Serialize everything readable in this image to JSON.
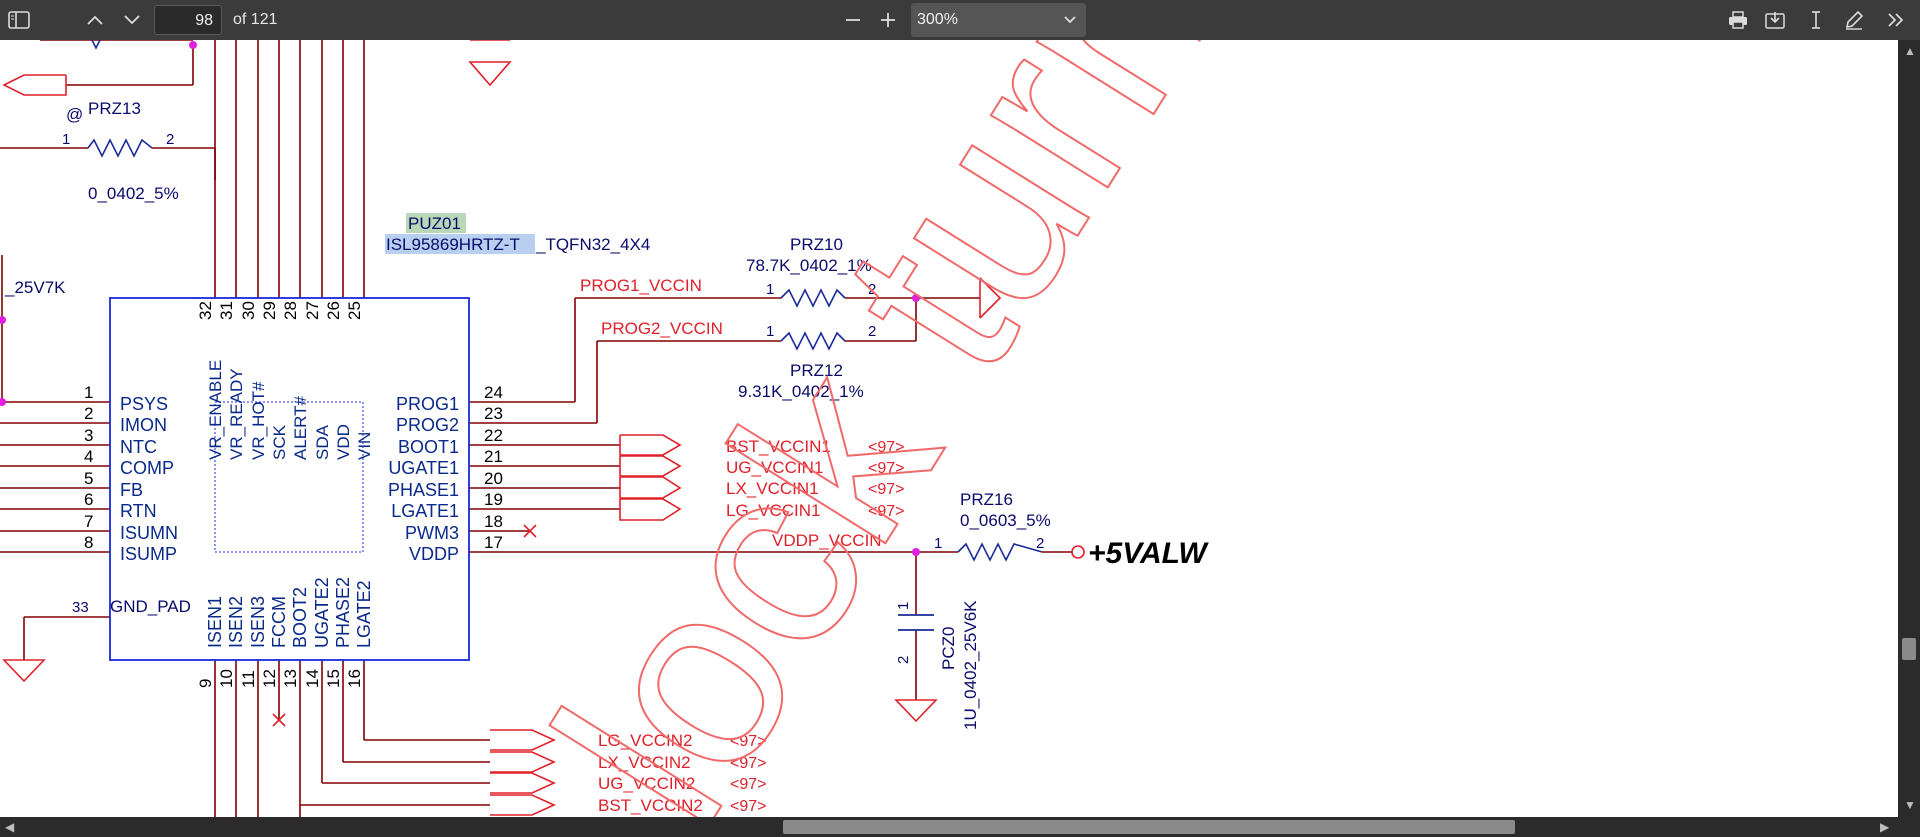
{
  "toolbar": {
    "page_current": "98",
    "page_total_label": "of 121",
    "zoom_value": "300%"
  },
  "icons": {
    "sidebar": "sidebar-toggle-icon",
    "prev": "chevron-up-icon",
    "next": "chevron-down-icon",
    "zoom_out": "minus-icon",
    "zoom_in": "plus-icon",
    "print": "print-icon",
    "save": "save-icon",
    "text_select": "text-cursor-icon",
    "draw": "pen-icon",
    "more": "more-tools-icon"
  },
  "schematic": {
    "watermark": "lock turn",
    "refs": {
      "prz13": "PRZ13",
      "prz13_val": "0_0402_5%",
      "prz13_p1": "1",
      "prz13_p2": "2",
      "at": "@",
      "puz01": "PUZ01",
      "ic_part": "ISL95869HRTZ-T",
      "ic_pkg": "_TQFN32_4X4",
      "prz10": "PRZ10",
      "prz10_val": "78.7K_0402_1%",
      "prz12": "PRZ12",
      "prz12_val": "9.31K_0402_1%",
      "prz16": "PRZ16",
      "prz16_val": "0_0603_5%",
      "pc": "PCZ0",
      "pc_val": "1U_0402_25V6K",
      "v25": "_25V7K",
      "valw": "+5VALW",
      "gnd_pad": "GND_PAD",
      "pin33": "33",
      "one": "1",
      "two": "2"
    },
    "top_pins": [
      {
        "num": "32",
        "name": "VR_ENABLE"
      },
      {
        "num": "31",
        "name": "VR_READY"
      },
      {
        "num": "30",
        "name": "VR_HOT#"
      },
      {
        "num": "29",
        "name": "SCK"
      },
      {
        "num": "28",
        "name": "ALERT#"
      },
      {
        "num": "27",
        "name": "SDA"
      },
      {
        "num": "26",
        "name": "VDD"
      },
      {
        "num": "25",
        "name": "VIN"
      }
    ],
    "left_pins": [
      {
        "num": "1",
        "name": "PSYS"
      },
      {
        "num": "2",
        "name": "IMON"
      },
      {
        "num": "3",
        "name": "NTC"
      },
      {
        "num": "4",
        "name": "COMP"
      },
      {
        "num": "5",
        "name": "FB"
      },
      {
        "num": "6",
        "name": "RTN"
      },
      {
        "num": "7",
        "name": "ISUMN"
      },
      {
        "num": "8",
        "name": "ISUMP"
      }
    ],
    "right_pins": [
      {
        "num": "24",
        "name": "PROG1"
      },
      {
        "num": "23",
        "name": "PROG2"
      },
      {
        "num": "22",
        "name": "BOOT1"
      },
      {
        "num": "21",
        "name": "UGATE1"
      },
      {
        "num": "20",
        "name": "PHASE1"
      },
      {
        "num": "19",
        "name": "LGATE1"
      },
      {
        "num": "18",
        "name": "PWM3"
      },
      {
        "num": "17",
        "name": "VDDP"
      }
    ],
    "bottom_pins": [
      {
        "num": "9",
        "name": "ISEN1"
      },
      {
        "num": "10",
        "name": "ISEN2"
      },
      {
        "num": "11",
        "name": "ISEN3"
      },
      {
        "num": "12",
        "name": "FCCM"
      },
      {
        "num": "13",
        "name": "BOOT2"
      },
      {
        "num": "14",
        "name": "UGATE2"
      },
      {
        "num": "15",
        "name": "PHASE2"
      },
      {
        "num": "16",
        "name": "LGATE2"
      }
    ],
    "nets": {
      "prog1": "PROG1_VCCIN",
      "prog2": "PROG2_VCCIN",
      "vddp": "VDDP_VCCIN"
    },
    "right_nets": [
      {
        "name": "BST_VCCIN1",
        "ref": "<97>"
      },
      {
        "name": "UG_VCCIN1",
        "ref": "<97>"
      },
      {
        "name": "LX_VCCIN1",
        "ref": "<97>"
      },
      {
        "name": "LG_VCCIN1",
        "ref": "<97>"
      }
    ],
    "bottom_nets": [
      {
        "name": "LG_VCCIN2",
        "ref": "<97>"
      },
      {
        "name": "LX_VCCIN2",
        "ref": "<97>"
      },
      {
        "name": "UG_VCCIN2",
        "ref": "<97>"
      },
      {
        "name": "BST_VCCIN2",
        "ref": "<97>"
      }
    ]
  }
}
